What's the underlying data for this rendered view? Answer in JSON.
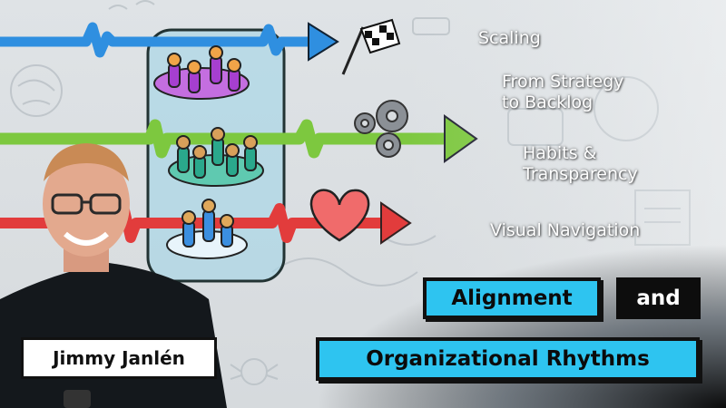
{
  "topics": {
    "scaling": "Scaling",
    "strategy_line1": "From Strategy",
    "strategy_line2": "to Backlog",
    "habits_line1": "Habits &",
    "habits_line2": "Transparency",
    "visual_navigation": "Visual Navigation"
  },
  "title": {
    "alignment": "Alignment",
    "and": "and",
    "organizational": "Organizational Rhythms"
  },
  "presenter": {
    "name": "Jimmy Janlén"
  },
  "colors": {
    "title_box": "#2ec4f0",
    "arrow_blue": "#2f8fe0",
    "arrow_green": "#7dc83f",
    "arrow_red": "#e23c3c",
    "team_frame": "#a6d6e6"
  },
  "icons": [
    "checkered-flag-icon",
    "gears-icon",
    "heart-icon",
    "team-people-icon"
  ]
}
